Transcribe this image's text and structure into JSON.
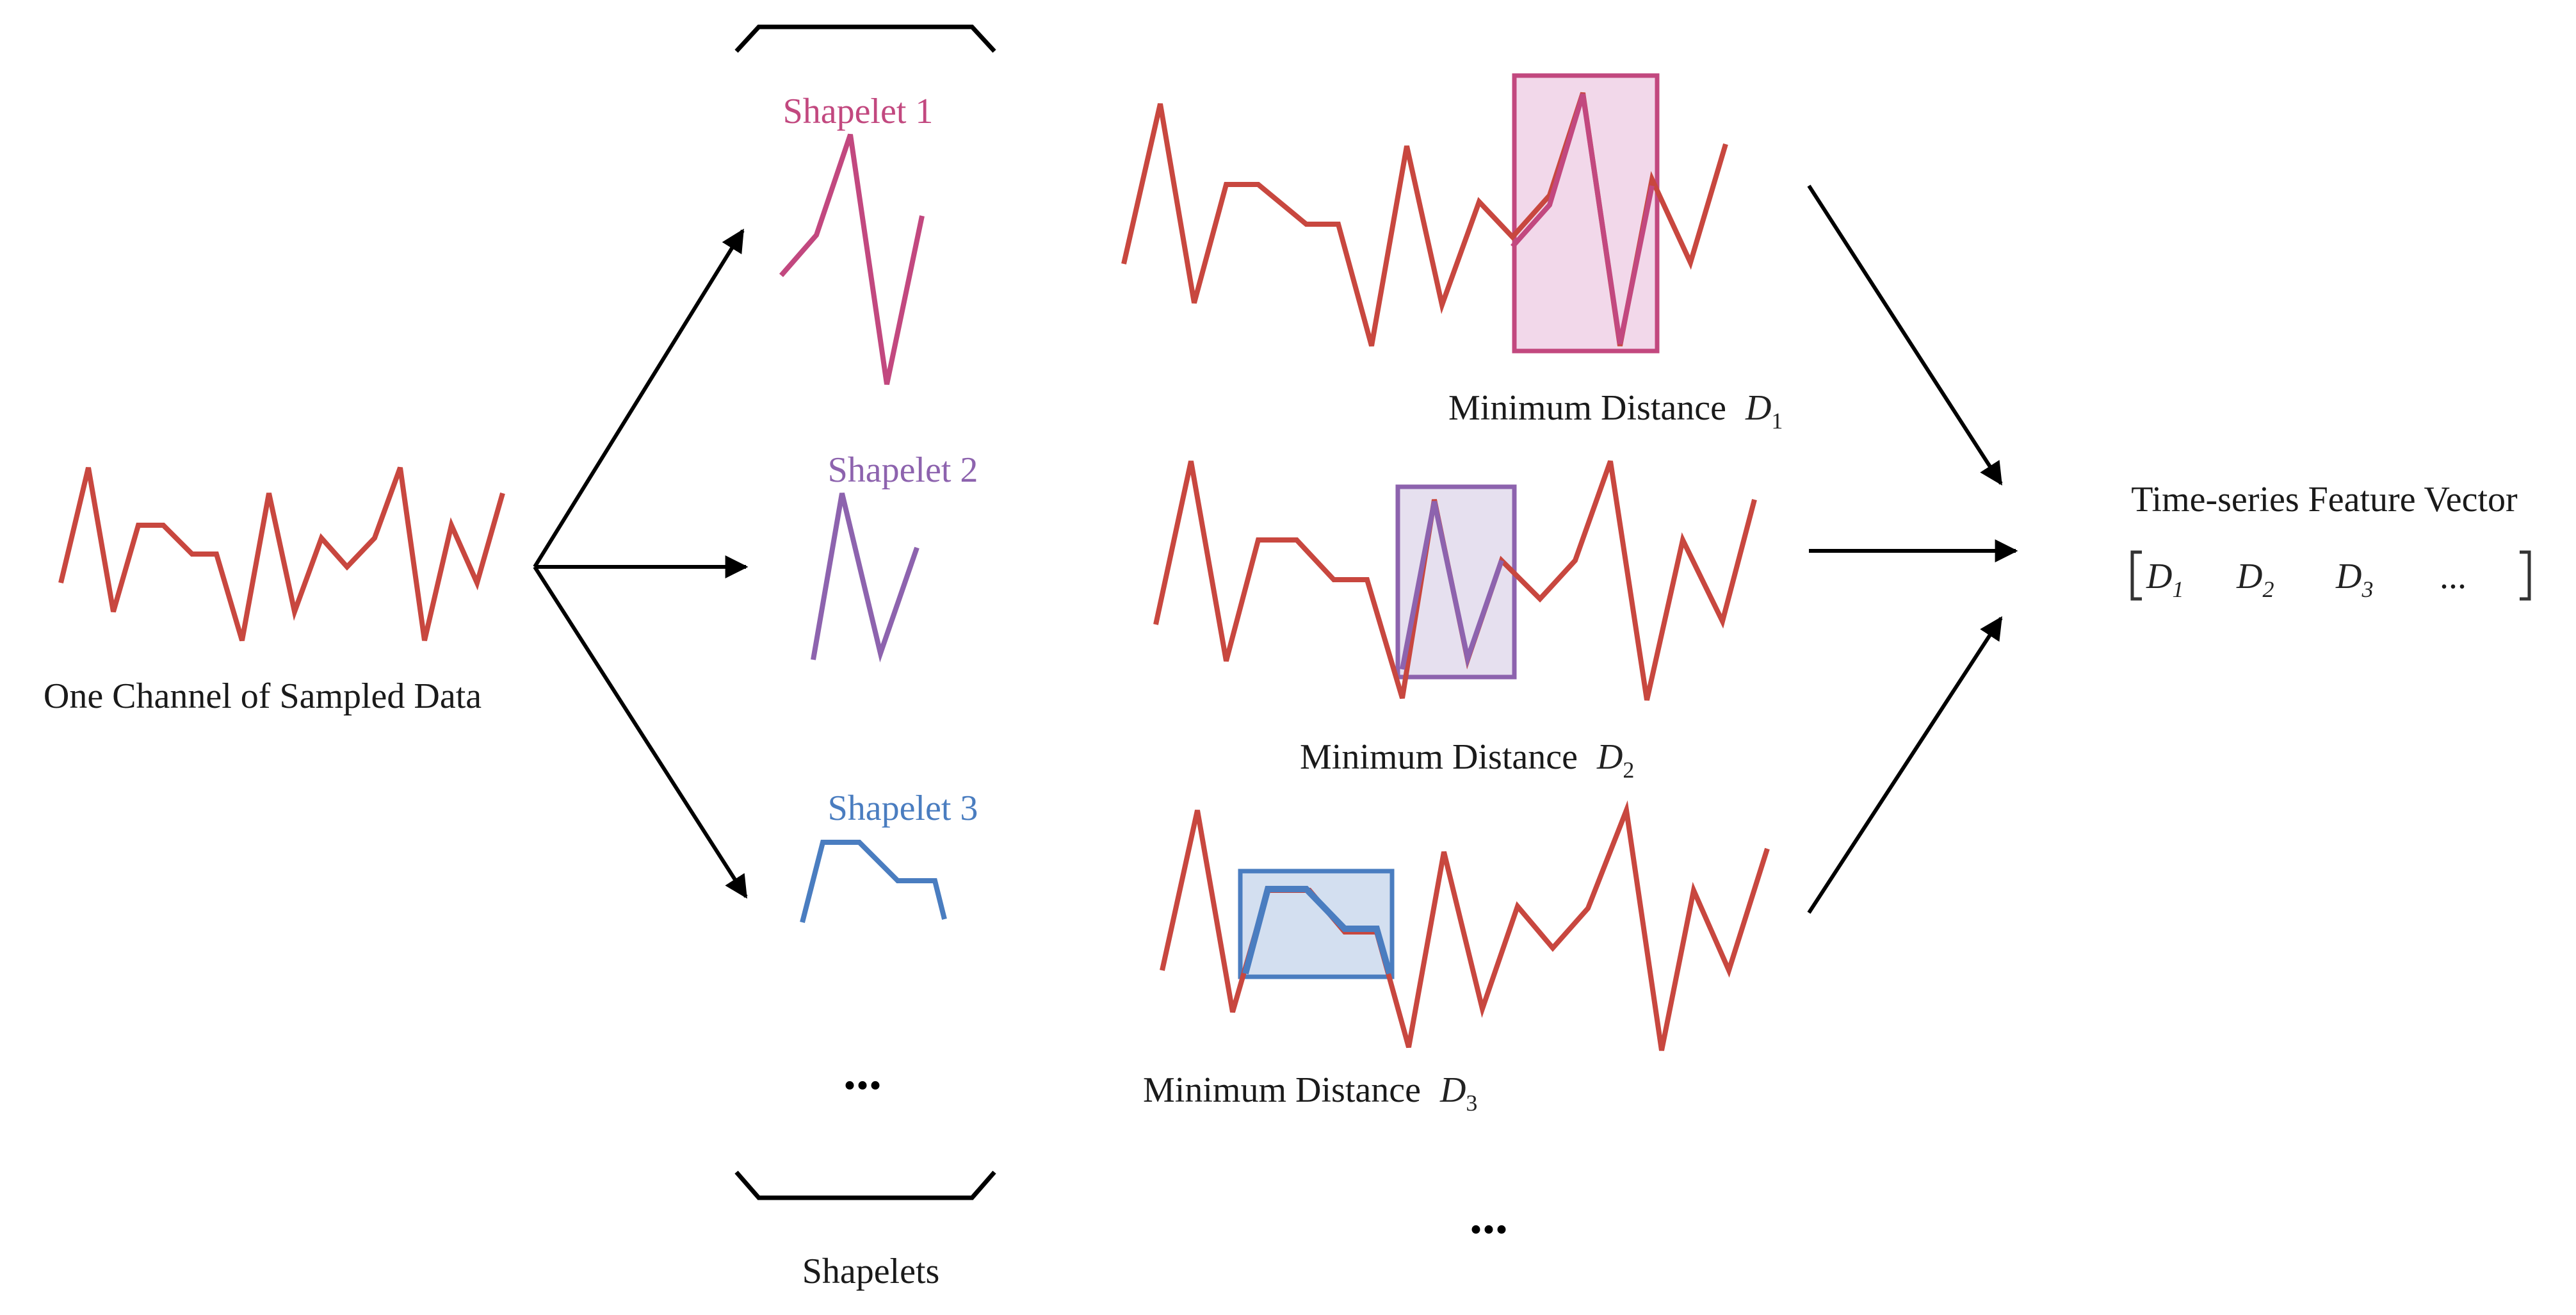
{
  "colors": {
    "series": "#c8473f",
    "shapelet1": "#c2487f",
    "shapelet2": "#8d63ae",
    "shapelet3": "#4a7dc0",
    "arrow": "#000000",
    "text": "#1a1a1a"
  },
  "input": {
    "label": "One Channel of Sampled Data"
  },
  "shapelets": {
    "items": [
      {
        "label": "Shapelet 1"
      },
      {
        "label": "Shapelet 2"
      },
      {
        "label": "Shapelet 3"
      }
    ],
    "ellipsis": "...",
    "group_label": "Shapelets"
  },
  "matches": [
    {
      "label": "Minimum Distance",
      "symbol": "D",
      "index": "1"
    },
    {
      "label": "Minimum Distance",
      "symbol": "D",
      "index": "2"
    },
    {
      "label": "Minimum Distance",
      "symbol": "D",
      "index": "3"
    }
  ],
  "matches_ellipsis": "...",
  "output": {
    "title": "Time-series Feature Vector",
    "entries": [
      {
        "symbol": "D",
        "index": "1"
      },
      {
        "symbol": "D",
        "index": "2"
      },
      {
        "symbol": "D",
        "index": "3"
      }
    ],
    "ellipsis": "..."
  }
}
